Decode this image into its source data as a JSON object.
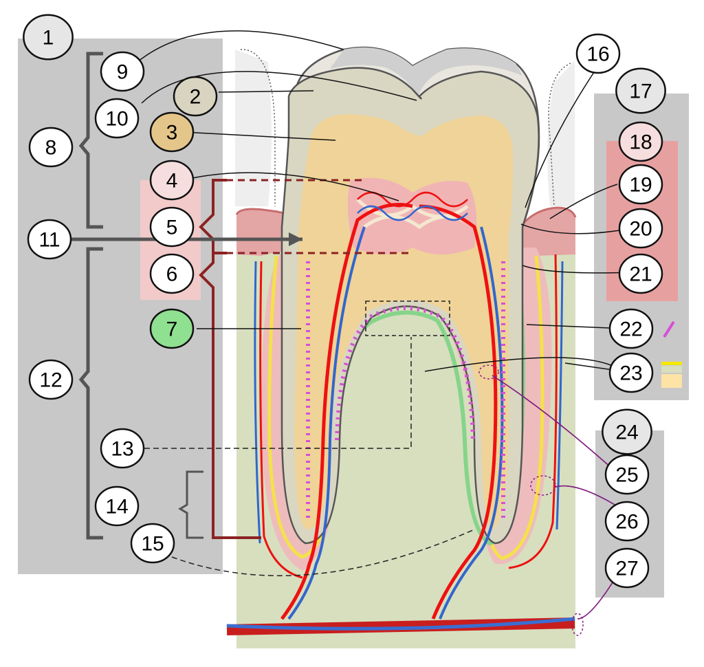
{
  "labels": [
    {
      "id": "1",
      "text": "1",
      "fill": "#e6e6e6"
    },
    {
      "id": "2",
      "text": "2",
      "fill": "#d8d4c0"
    },
    {
      "id": "3",
      "text": "3",
      "fill": "#e4c68a"
    },
    {
      "id": "4",
      "text": "4",
      "fill": "#f6dede"
    },
    {
      "id": "5",
      "text": "5",
      "fill": "#ffffff"
    },
    {
      "id": "6",
      "text": "6",
      "fill": "#ffffff"
    },
    {
      "id": "7",
      "text": "7",
      "fill": "#8fe090"
    },
    {
      "id": "8",
      "text": "8",
      "fill": "#ffffff"
    },
    {
      "id": "9",
      "text": "9",
      "fill": "#ffffff"
    },
    {
      "id": "10",
      "text": "10",
      "fill": "#ffffff"
    },
    {
      "id": "11",
      "text": "11",
      "fill": "#ffffff"
    },
    {
      "id": "12",
      "text": "12",
      "fill": "#ffffff"
    },
    {
      "id": "13",
      "text": "13",
      "fill": "#ffffff"
    },
    {
      "id": "14",
      "text": "14",
      "fill": "#ffffff"
    },
    {
      "id": "15",
      "text": "15",
      "fill": "#ffffff"
    },
    {
      "id": "16",
      "text": "16",
      "fill": "#ffffff"
    },
    {
      "id": "17",
      "text": "17",
      "fill": "#e6e6e6"
    },
    {
      "id": "18",
      "text": "18",
      "fill": "#f6dede"
    },
    {
      "id": "19",
      "text": "19",
      "fill": "#ffffff"
    },
    {
      "id": "20",
      "text": "20",
      "fill": "#ffffff"
    },
    {
      "id": "21",
      "text": "21",
      "fill": "#ffffff"
    },
    {
      "id": "22",
      "text": "22",
      "fill": "#ffffff"
    },
    {
      "id": "23",
      "text": "23",
      "fill": "#ffffff"
    },
    {
      "id": "24",
      "text": "24",
      "fill": "#e6e6e6"
    },
    {
      "id": "25",
      "text": "25",
      "fill": "#ffffff"
    },
    {
      "id": "26",
      "text": "26",
      "fill": "#ffffff"
    },
    {
      "id": "27",
      "text": "27",
      "fill": "#ffffff"
    }
  ],
  "colors": {
    "enamel": "#e9e6db",
    "dentin": "#d8d6c4",
    "pulp": "#efd398",
    "gum": "#e7a3a3",
    "bone": "#d7dfbf",
    "artery": "#ee1111",
    "vein": "#3366cc",
    "periodontal_ligament": "#8fd48f",
    "cementum": "#f1e26b",
    "panel_grey": "#c8c8c8",
    "panel_pink": "#e6a0a0"
  }
}
